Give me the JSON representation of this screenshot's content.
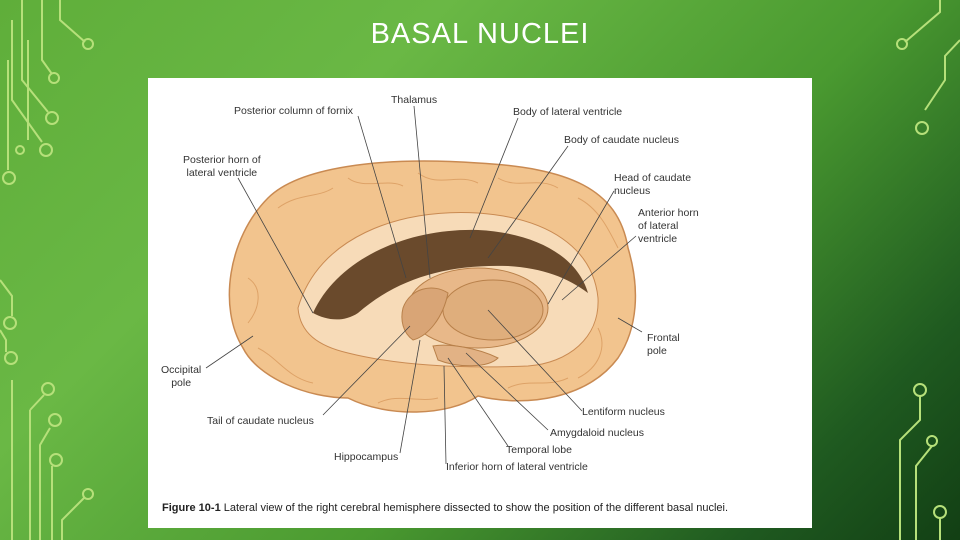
{
  "slide": {
    "title": "BASAL NUCLEI"
  },
  "figure": {
    "labels": {
      "posterior_column_of_fornix": "Posterior column of fornix",
      "thalamus": "Thalamus",
      "body_of_lateral_ventricle": "Body of lateral ventricle",
      "body_of_caudate_nucleus": "Body of caudate nucleus",
      "posterior_horn": "Posterior horn of\nlateral ventricle",
      "head_of_caudate_nucleus": "Head of caudate\nnucleus",
      "anterior_horn": "Anterior horn\nof lateral\nventricle",
      "frontal_pole": "Frontal\npole",
      "occipital_pole": "Occipital\npole",
      "lentiform_nucleus": "Lentiform nucleus",
      "tail_of_caudate_nucleus": "Tail of caudate nucleus",
      "amygdaloid_nucleus": "Amygdaloid nucleus",
      "temporal_lobe": "Temporal lobe",
      "hippocampus": "Hippocampus",
      "inferior_horn": "Inferior horn of lateral ventricle"
    },
    "caption": {
      "number": "Figure 10-1",
      "text": "Lateral view of the right cerebral hemisphere dissected to show the position of the different basal nuclei."
    }
  },
  "colors": {
    "background": "#5fae3a",
    "circuit": "#b6e07a",
    "brain": "#f2c48e",
    "brain_dark": "#d99a5e"
  }
}
